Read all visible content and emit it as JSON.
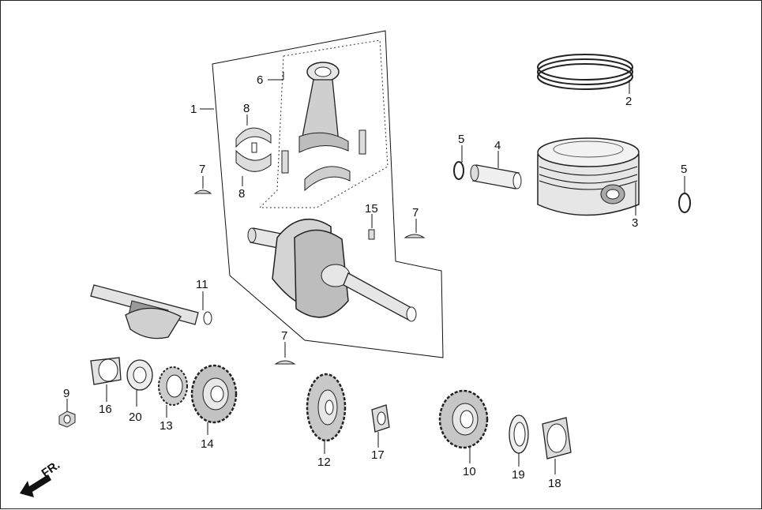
{
  "callouts": {
    "c1": "1",
    "c2": "2",
    "c3": "3",
    "c4": "4",
    "c5a": "5",
    "c5b": "5",
    "c6": "6",
    "c7a": "7",
    "c7b": "7",
    "c7c": "7",
    "c8a": "8",
    "c8b": "8",
    "c9": "9",
    "c10": "10",
    "c11": "11",
    "c12": "12",
    "c13": "13",
    "c14": "14",
    "c15": "15",
    "c16": "16",
    "c17": "17",
    "c18": "18",
    "c19": "19",
    "c20": "20"
  },
  "direction_label": "FR.",
  "colors": {
    "line": "#111111",
    "part_fill": "#e4e4e4",
    "part_dark": "#8a8a8a"
  }
}
